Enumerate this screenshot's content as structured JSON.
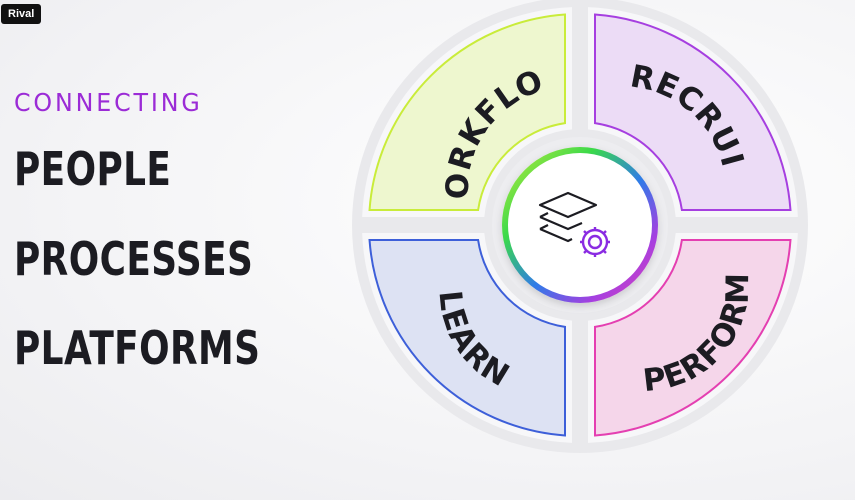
{
  "brand": {
    "name": "Rival"
  },
  "headline": {
    "kicker": "CONNECTING",
    "lines": [
      "PEOPLE",
      "PROCESSES",
      "PLATFORMS"
    ]
  },
  "wheel": {
    "segments": [
      {
        "label": "WORKFLOW",
        "position": "top-left",
        "stroke": "#c9ec3a",
        "fill": "#eef7cf"
      },
      {
        "label": "RECRUIT",
        "position": "top-right",
        "stroke": "#a63fe0",
        "fill": "#ecdcf6"
      },
      {
        "label": "LEARN",
        "position": "bottom-left",
        "stroke": "#3d5fd9",
        "fill": "#dde2f3"
      },
      {
        "label": "PERFORM",
        "position": "bottom-right",
        "stroke": "#e43fb1",
        "fill": "#f5d6ea"
      }
    ],
    "center_icon": "layers-gear-icon",
    "ring_colors": [
      "#c9ec3a",
      "#3ad94a",
      "#2f7be8",
      "#a63fe0",
      "#e43fb1"
    ]
  }
}
